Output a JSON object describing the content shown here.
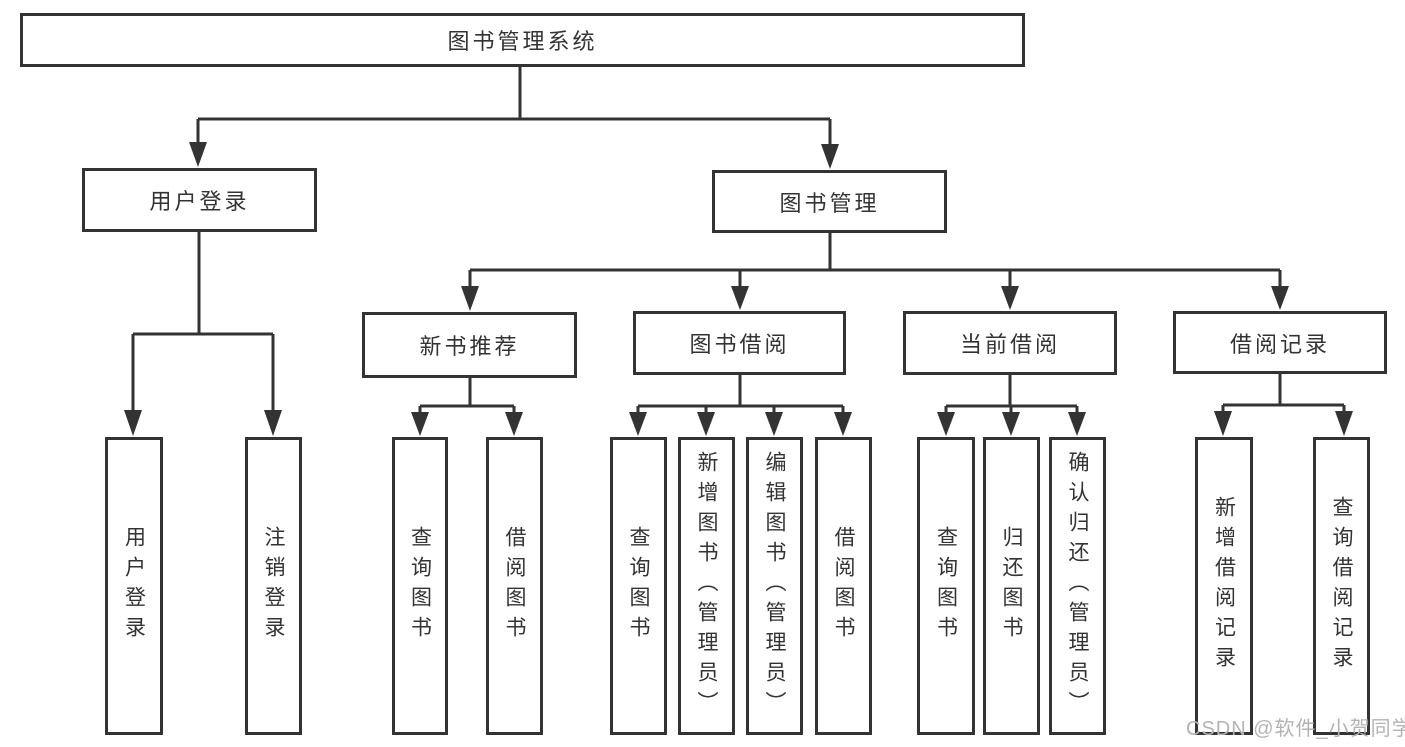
{
  "tree": {
    "root": {
      "label": "图书管理系统",
      "children": [
        {
          "label": "用户登录",
          "children": [
            {
              "label": "用户登录"
            },
            {
              "label": "注销登录"
            }
          ]
        },
        {
          "label": "图书管理",
          "children": [
            {
              "label": "新书推荐",
              "children": [
                {
                  "label": "查询图书"
                },
                {
                  "label": "借阅图书"
                }
              ]
            },
            {
              "label": "图书借阅",
              "children": [
                {
                  "label": "查询图书"
                },
                {
                  "label": "新增图书（管理员）"
                },
                {
                  "label": "编辑图书（管理员）"
                },
                {
                  "label": "借阅图书"
                }
              ]
            },
            {
              "label": "当前借阅",
              "children": [
                {
                  "label": "查询图书"
                },
                {
                  "label": "归还图书"
                },
                {
                  "label": "确认归还（管理员）"
                }
              ]
            },
            {
              "label": "借阅记录",
              "children": [
                {
                  "label": "新增借阅记录"
                },
                {
                  "label": "查询借阅记录"
                }
              ]
            }
          ]
        }
      ]
    }
  },
  "watermark": "CSDN @软件_小贺同学",
  "colors": {
    "line": "#333333",
    "text": "#333333",
    "box_background": "#ffffff",
    "page_background": "#ffffff",
    "watermark": "#b3b3b3"
  }
}
